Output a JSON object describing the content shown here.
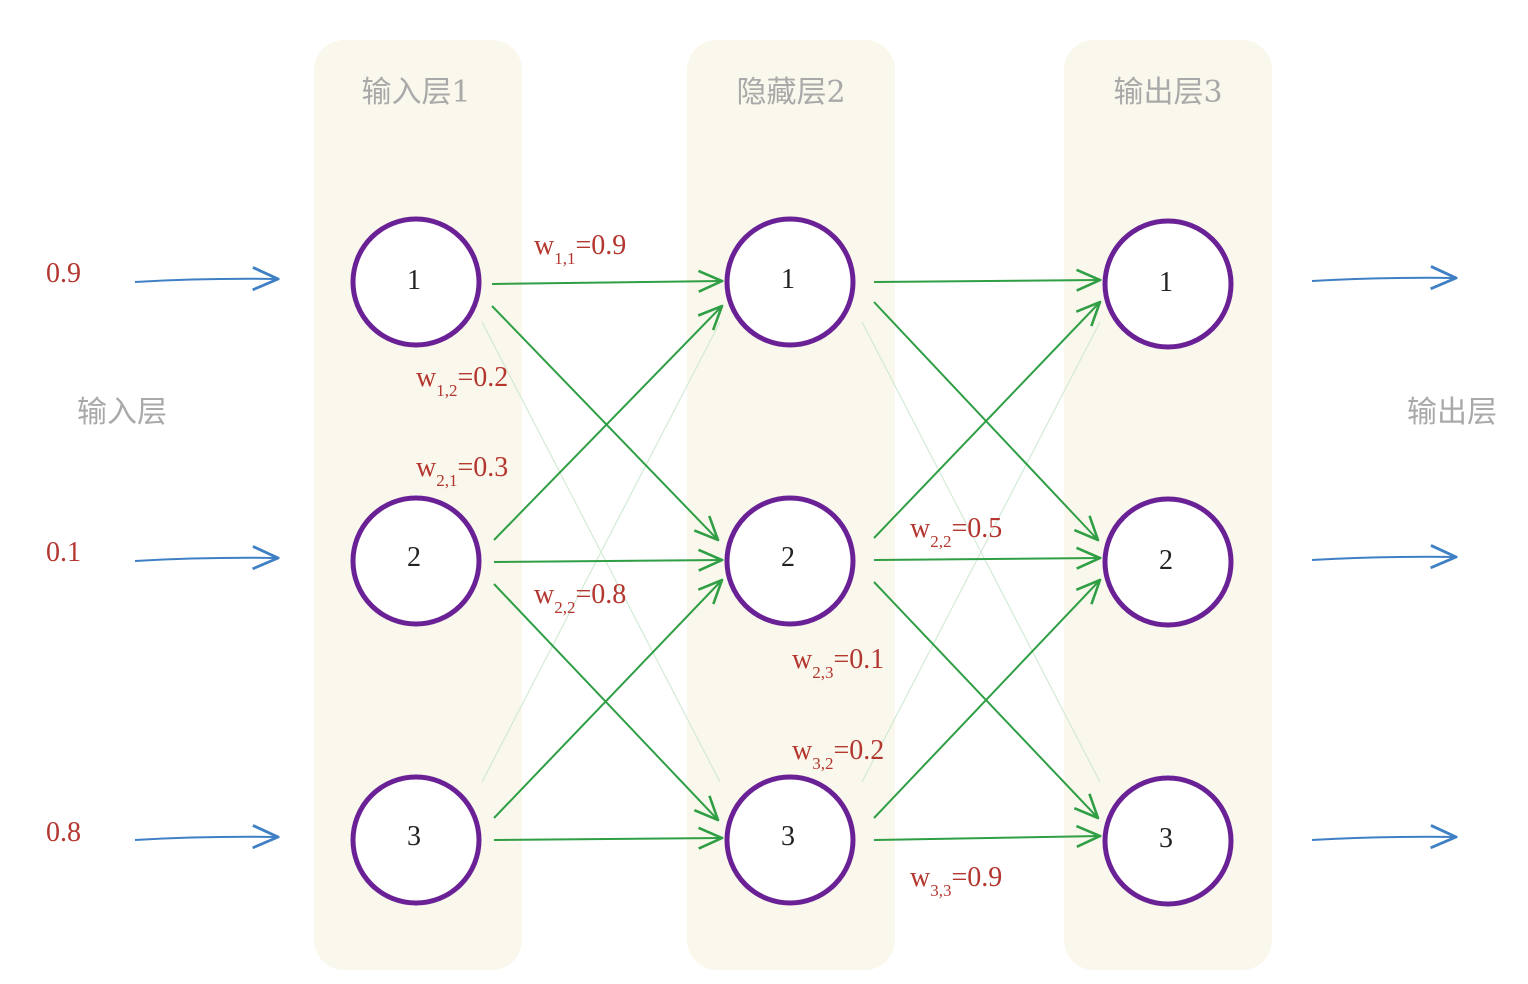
{
  "layers": [
    {
      "title": "输入层1",
      "nodes": [
        "1",
        "2",
        "3"
      ]
    },
    {
      "title": "隐藏层2",
      "nodes": [
        "1",
        "2",
        "3"
      ]
    },
    {
      "title": "输出层3",
      "nodes": [
        "1",
        "2",
        "3"
      ]
    }
  ],
  "left_label": "输入层",
  "right_label": "输出层",
  "inputs": [
    "0.9",
    "0.1",
    "0.8"
  ],
  "weights": [
    {
      "w": "w",
      "sub": "1,1",
      "value": "=0.9"
    },
    {
      "w": "w",
      "sub": "1,2",
      "value": "=0.2"
    },
    {
      "w": "w",
      "sub": "2,1",
      "value": "=0.3"
    },
    {
      "w": "w",
      "sub": "2,2",
      "value": "=0.8"
    },
    {
      "w": "w",
      "sub": "2,3",
      "value": "=0.1"
    },
    {
      "w": "w",
      "sub": "3,2",
      "value": "=0.2"
    },
    {
      "w": "w",
      "sub": "2,2",
      "value": "=0.5"
    },
    {
      "w": "w",
      "sub": "3,3",
      "value": "=0.9"
    }
  ],
  "colors": {
    "band": "#faf8ec",
    "node_stroke": "#6a2196",
    "edge": "#2f9e44",
    "arrow": "#3f7fc4",
    "value_text": "#b3362f",
    "title_text": "#a9a9a9"
  }
}
